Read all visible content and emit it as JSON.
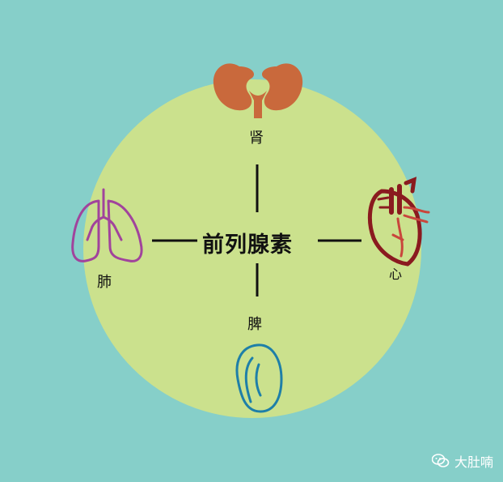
{
  "center": {
    "label": "前列腺素"
  },
  "organs": {
    "kidney": {
      "label": "肾",
      "color": "#c9693c"
    },
    "lung": {
      "label": "肺",
      "color": "#a1439c"
    },
    "heart": {
      "label": "心",
      "color": "#8a1a1f"
    },
    "spleen": {
      "label": "脾",
      "color": "#1e7fa8"
    }
  },
  "watermark": {
    "text": "大肚喃",
    "icon": "wechat-icon"
  },
  "colors": {
    "background": "#86cfc9",
    "circle": "#cbe18d",
    "text": "#111111"
  }
}
